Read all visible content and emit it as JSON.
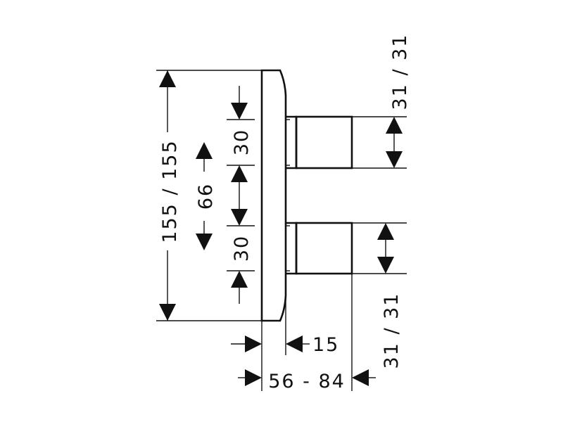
{
  "dimensions": {
    "total_height": "155 / 155",
    "center_spacing": "66",
    "upper_offset": "30",
    "lower_offset": "30",
    "upper_handle_width": "31 / 31",
    "lower_handle_width": "31 / 31",
    "plate_depth": "15",
    "projection": "56 - 84"
  }
}
